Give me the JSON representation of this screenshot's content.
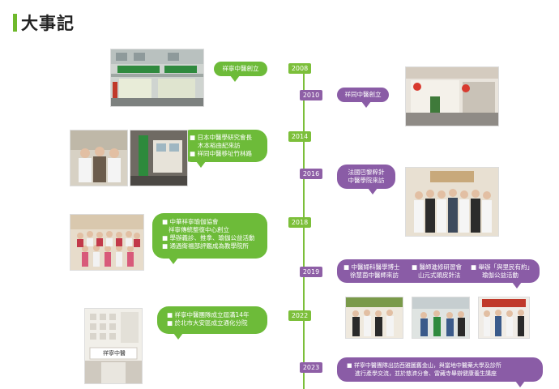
{
  "title": "大事記",
  "years": {
    "y2008": "2008",
    "y2010": "2010",
    "y2014": "2014",
    "y2016": "2016",
    "y2018": "2018",
    "y2019": "2019",
    "y2022": "2022",
    "y2023": "2023"
  },
  "events": {
    "e2008": "祥寧中醫創立",
    "e2010": "祥同中醫創立",
    "e2014": [
      "■ 日本中醫學研究會長",
      "木本裕由紀來訪",
      "■ 祥同中醫移址竹林路"
    ],
    "e2016": [
      "法國巴黎粹針",
      "中醫學院來訪"
    ],
    "e2018": [
      "■ 中華祥寧瑜伽協會",
      "祥寧傳統整復中心創立",
      "■ 學辦義診、推拿、瑜伽公益活動",
      "■ 通過衛福部評鑑成為教學院所"
    ],
    "e2019": {
      "col1": [
        "■ 中醫婦科醫學博士",
        "徐慧茵中醫師來訪"
      ],
      "col2": [
        "■ 醫師進修研習會",
        "山元式頭皮針法"
      ],
      "col3": [
        "■ 舉辦「與里民有約」",
        "瑜伽公益活動"
      ]
    },
    "e2022": [
      "■ 祥寧中醫團隊成立屆滿14年",
      "■ 於北市大安區成立通化分院"
    ],
    "e2023": [
      "■ 祥寧中醫團隊出訪西雅圖舊金山，與當地中醫藥大學及診所",
      "進行產學交流，並於慈濟分會、雷藏寺舉辦健康養生講座"
    ]
  },
  "sign_text": "祥寧中醫",
  "colors": {
    "green": "#6dbb39",
    "purple": "#8a5ca6",
    "line": "#7cbf3a"
  }
}
